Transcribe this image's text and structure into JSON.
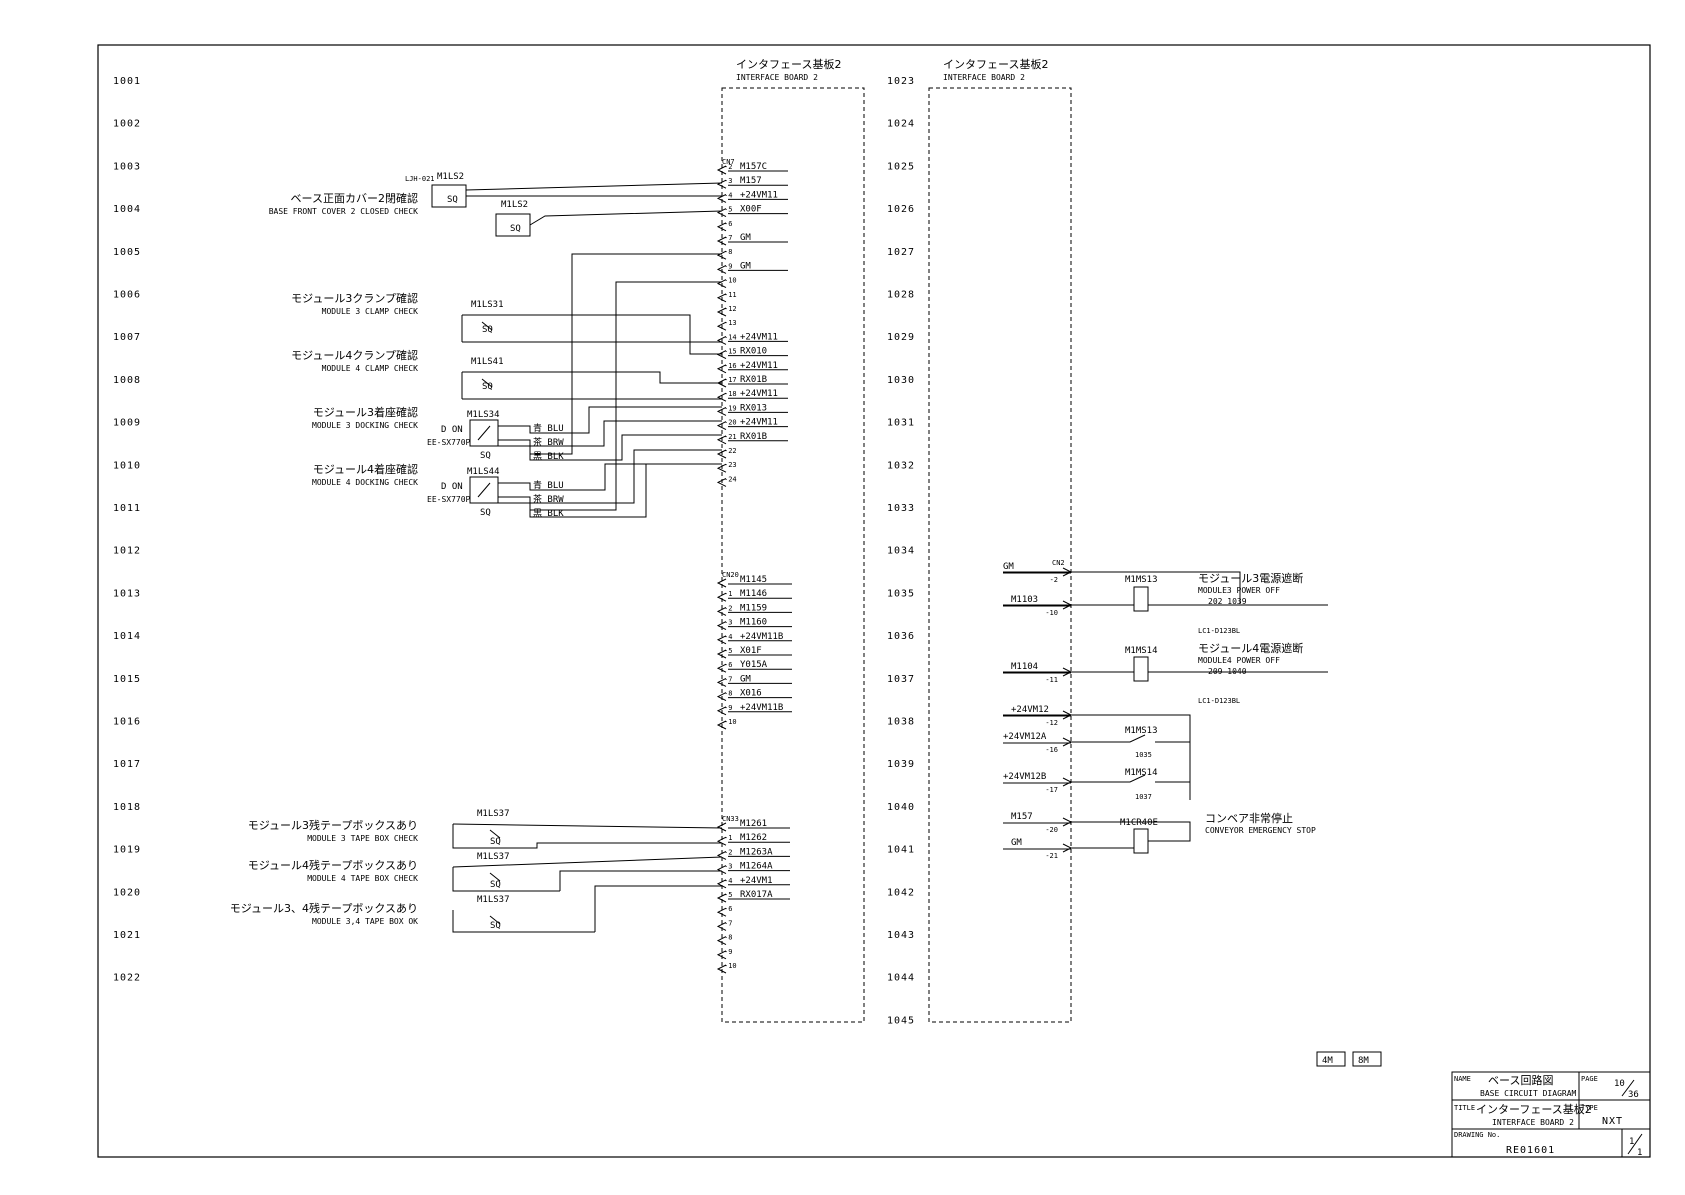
{
  "rows_left": [
    "1001",
    "1002",
    "1003",
    "1004",
    "1005",
    "1006",
    "1007",
    "1008",
    "1009",
    "1010",
    "1011",
    "1012",
    "1013",
    "1014",
    "1015",
    "1016",
    "1017",
    "1018",
    "1019",
    "1020",
    "1021",
    "1022"
  ],
  "rows_mid": [
    "1023",
    "1024",
    "1025",
    "1026",
    "1027",
    "1028",
    "1029",
    "1030",
    "1031",
    "1032",
    "1033",
    "1034",
    "1035",
    "1036",
    "1037",
    "1038",
    "1039",
    "1040",
    "1041",
    "1042",
    "1043",
    "1044",
    "1045"
  ],
  "board_a": {
    "title_jp": "インタフェース基板2",
    "title_en": "INTERFACE BOARD 2"
  },
  "board_b": {
    "title_jp": "インタフェース基板2",
    "title_en": "INTERFACE BOARD 2"
  },
  "cn7": {
    "name": "CN7",
    "pins": [
      {
        "n": "-2",
        "sig": "M157C"
      },
      {
        "n": "-3",
        "sig": "M157"
      },
      {
        "n": "-4",
        "sig": "+24VM11"
      },
      {
        "n": "-5",
        "sig": "X00F"
      },
      {
        "n": "-6",
        "sig": ""
      },
      {
        "n": "-7",
        "sig": "GM"
      },
      {
        "n": "-8",
        "sig": ""
      },
      {
        "n": "-9",
        "sig": "GM"
      },
      {
        "n": "-10",
        "sig": ""
      },
      {
        "n": "-11",
        "sig": ""
      },
      {
        "n": "-12",
        "sig": ""
      },
      {
        "n": "-13",
        "sig": ""
      },
      {
        "n": "-14",
        "sig": "+24VM11"
      },
      {
        "n": "-15",
        "sig": "RX010"
      },
      {
        "n": "-16",
        "sig": "+24VM11"
      },
      {
        "n": "-17",
        "sig": "RX01B"
      },
      {
        "n": "-18",
        "sig": "+24VM11"
      },
      {
        "n": "-19",
        "sig": "RX013"
      },
      {
        "n": "-20",
        "sig": "+24VM11"
      },
      {
        "n": "-21",
        "sig": "RX01B"
      },
      {
        "n": "-22",
        "sig": ""
      },
      {
        "n": "-23",
        "sig": ""
      },
      {
        "n": "-24",
        "sig": ""
      }
    ]
  },
  "cn20": {
    "name": "CN20",
    "pins": [
      {
        "n": "",
        "sig": "M1145"
      },
      {
        "n": "-1",
        "sig": "M1146"
      },
      {
        "n": "-2",
        "sig": "M1159"
      },
      {
        "n": "-3",
        "sig": "M1160"
      },
      {
        "n": "-4",
        "sig": "+24VM11B"
      },
      {
        "n": "-5",
        "sig": "X01F"
      },
      {
        "n": "-6",
        "sig": "Y015A"
      },
      {
        "n": "-7",
        "sig": "GM"
      },
      {
        "n": "-8",
        "sig": "X016"
      },
      {
        "n": "-9",
        "sig": "+24VM11B"
      },
      {
        "n": "-10",
        "sig": ""
      }
    ]
  },
  "cn33": {
    "name": "CN33",
    "pins": [
      {
        "n": "",
        "sig": "M1261"
      },
      {
        "n": "-1",
        "sig": "M1262"
      },
      {
        "n": "-2",
        "sig": "M1263A"
      },
      {
        "n": "-3",
        "sig": "M1264A"
      },
      {
        "n": "-4",
        "sig": "+24VM1"
      },
      {
        "n": "-5",
        "sig": "RX017A"
      },
      {
        "n": "-6",
        "sig": ""
      },
      {
        "n": "-7",
        "sig": ""
      },
      {
        "n": "-8",
        "sig": ""
      },
      {
        "n": "-9",
        "sig": ""
      },
      {
        "n": "-10",
        "sig": ""
      }
    ]
  },
  "cn2": {
    "name": "CN2",
    "pins": [
      {
        "n": "-2",
        "sig": "GM"
      },
      {
        "n": "-10",
        "sig": "M1103"
      },
      {
        "n": "-11",
        "sig": "M1104"
      },
      {
        "n": "-12",
        "sig": "+24VM12"
      },
      {
        "n": "-16",
        "sig": "+24VM12A"
      },
      {
        "n": "-17",
        "sig": "+24VM12B"
      },
      {
        "n": "-20",
        "sig": "M157"
      },
      {
        "n": "-21",
        "sig": "GM"
      }
    ]
  },
  "left_devices": [
    {
      "jp": "ベース正面カバー2閉確認",
      "en": "BASE FRONT COVER 2 CLOSED CHECK",
      "tag1": "M1LS2",
      "tag2": "M1LS2",
      "sq": "SQ",
      "ref": "LJH-021"
    },
    {
      "jp": "モジュール3クランプ確認",
      "en": "MODULE 3 CLAMP CHECK",
      "tag": "M1LS31",
      "sq": "SQ"
    },
    {
      "jp": "モジュール4クランプ確認",
      "en": "MODULE 4 CLAMP CHECK",
      "tag": "M1LS41",
      "sq": "SQ"
    },
    {
      "jp": "モジュール3着座確認",
      "en": "MODULE 3 DOCKING CHECK",
      "tag": "M1LS34",
      "don": "D ON",
      "model": "EE-SX770P",
      "sq": "SQ",
      "wires": [
        "青 BLU",
        "茶 BRW",
        "黒 BLK"
      ]
    },
    {
      "jp": "モジュール4着座確認",
      "en": "MODULE 4 DOCKING CHECK",
      "tag": "M1LS44",
      "don": "D ON",
      "model": "EE-SX770P",
      "sq": "SQ",
      "wires": [
        "青 BLU",
        "茶 BRW",
        "黒 BLK"
      ]
    },
    {
      "jp": "モジュール3残テープボックスあり",
      "en": "MODULE 3 TAPE BOX CHECK",
      "tag": "M1LS37",
      "sq": "SQ"
    },
    {
      "jp": "モジュール4残テープボックスあり",
      "en": "MODULE 4 TAPE BOX CHECK",
      "tag": "M1LS37",
      "sq": "SQ"
    },
    {
      "jp": "モジュール3、4残テープボックスあり",
      "en": "MODULE 3,4 TAPE BOX OK",
      "tag": "M1LS37",
      "sq": "SQ"
    }
  ],
  "right_devices": {
    "m1ms13": {
      "tag": "M1MS13",
      "jp": "モジュール3電源遮断",
      "en": "MODULE3 POWER OFF",
      "refs": "202  1039",
      "model": "LC1-D123BL"
    },
    "m1ms14": {
      "tag": "M1MS14",
      "jp": "モジュール4電源遮断",
      "en": "MODULE4 POWER OFF",
      "refs": "209  1040",
      "model": "LC1-D123BL"
    },
    "contact13": {
      "tag": "M1MS13",
      "ref": "1035"
    },
    "contact14": {
      "tag": "M1MS14",
      "ref": "1037"
    },
    "m1cr40e": {
      "tag": "M1CR40E",
      "jp": "コンベア非常停止",
      "en": "CONVEYOR EMERGENCY STOP"
    }
  },
  "badges": [
    "4M",
    "8M"
  ],
  "title_block": {
    "name_label": "NAME",
    "name_jp": "ベース回路図",
    "name_en": "BASE CIRCUIT DIAGRAM",
    "page_label": "PAGE",
    "page_num": "10",
    "page_total": "36",
    "title_label": "TITLE",
    "title_jp": "インターフェース基板2",
    "title_en": "INTERFACE BOARD 2",
    "type_label": "TYPE",
    "type_val": "NXT",
    "drawing_label": "DRAWING No.",
    "drawing_no": "RE01601",
    "sheet_num": "1",
    "sheet_total": "1"
  }
}
